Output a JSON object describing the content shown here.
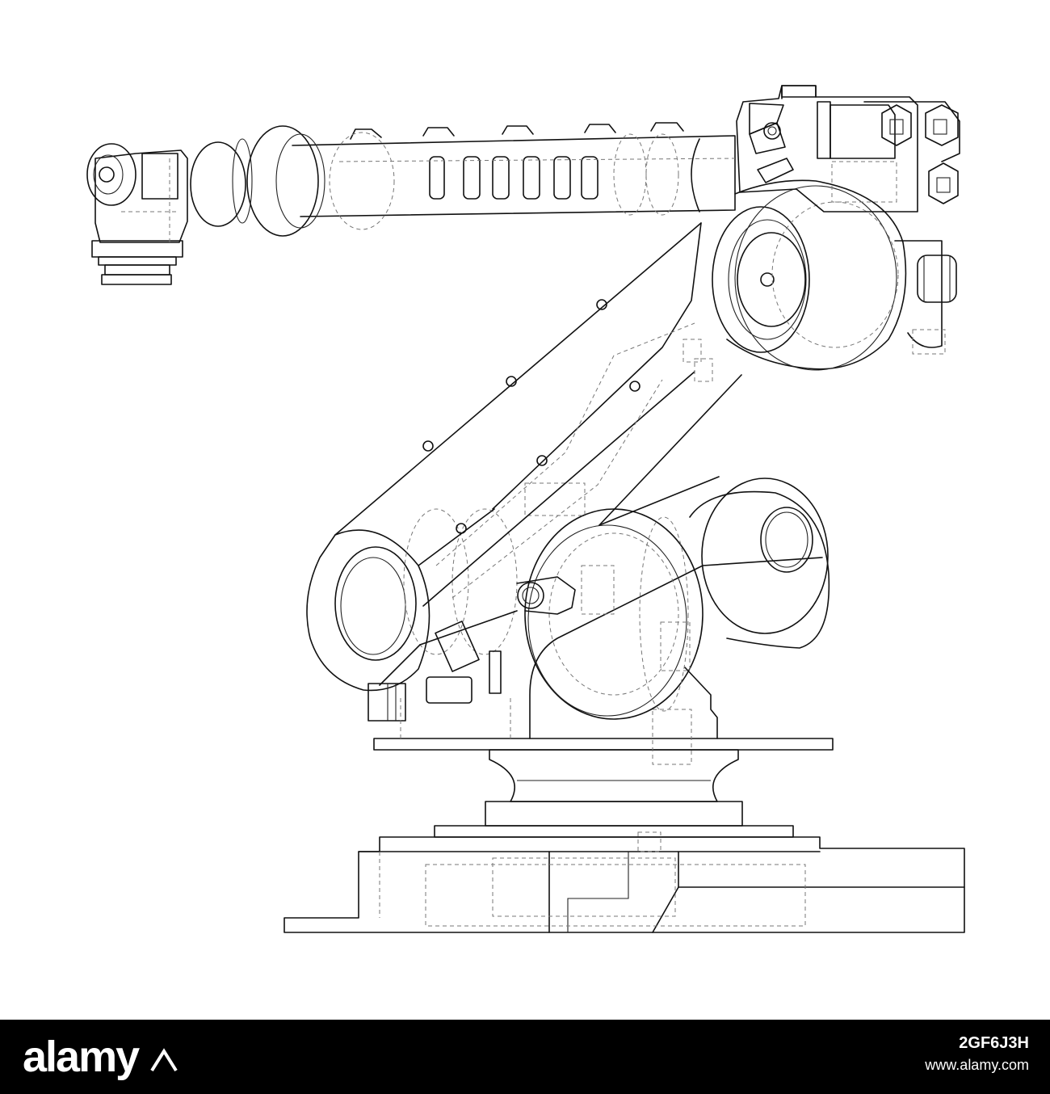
{
  "footer": {
    "brand": "alamy",
    "image_id": "2GF6J3H",
    "url": "www.alamy.com",
    "background_color": "#000000",
    "text_color": "#ffffff"
  },
  "illustration": {
    "style": "wireframe technical drawing",
    "line_color": "#111111",
    "hidden_line_color": "#777777"
  }
}
